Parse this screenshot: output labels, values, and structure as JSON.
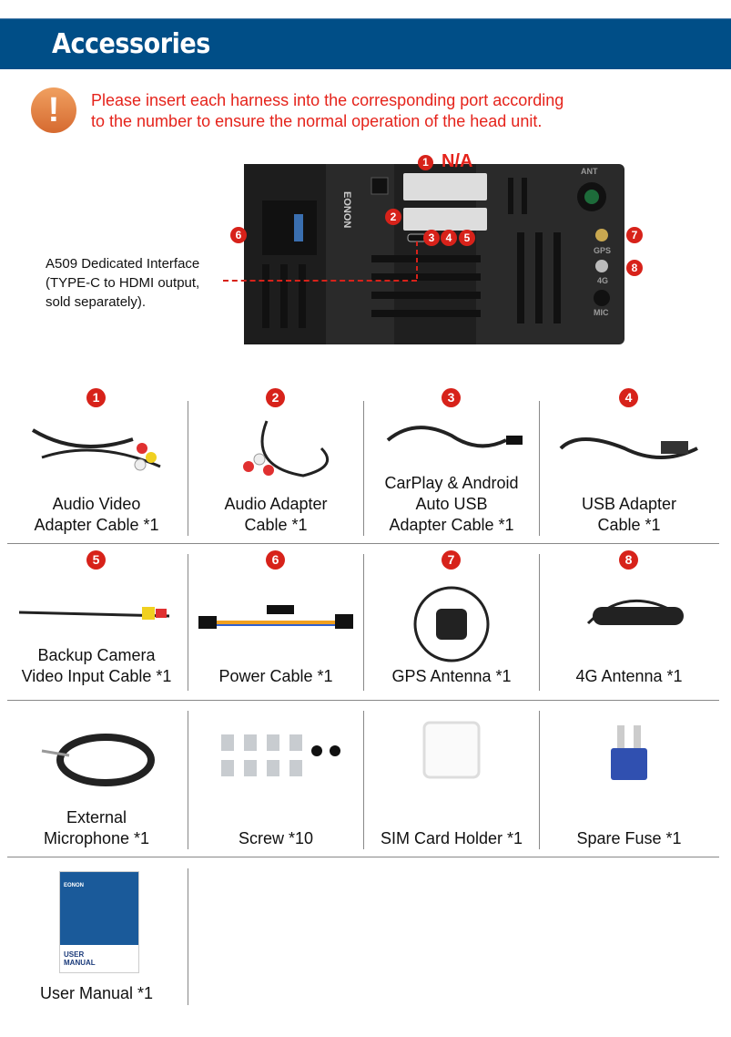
{
  "header": {
    "title": "Accessories"
  },
  "notice": {
    "line1": "Please insert each harness into the corresponding port according",
    "line2": "to the number to ensure the normal operation of the head unit."
  },
  "device": {
    "brand": "EONON",
    "port1_note": "N/A",
    "caption": [
      "A509 Dedicated Interface",
      "(TYPE-C to HDMI output,",
      "sold separately)."
    ],
    "port_numbers": [
      "1",
      "2",
      "3",
      "4",
      "5",
      "6",
      "7",
      "8"
    ],
    "jack_labels": [
      "ANT",
      "GPS",
      "4G",
      "MIC"
    ]
  },
  "items": [
    {
      "num": "1",
      "label": [
        "Audio Video",
        "Adapter Cable *1"
      ]
    },
    {
      "num": "2",
      "label": [
        "Audio Adapter",
        "Cable *1"
      ]
    },
    {
      "num": "3",
      "label": [
        "CarPlay & Android",
        "Auto USB",
        "Adapter Cable *1"
      ]
    },
    {
      "num": "4",
      "label": [
        "USB Adapter",
        "Cable *1"
      ]
    },
    {
      "num": "5",
      "label": [
        "Backup Camera",
        "Video Input Cable *1"
      ]
    },
    {
      "num": "6",
      "label": [
        "Power Cable *1"
      ]
    },
    {
      "num": "7",
      "label": [
        "GPS Antenna *1"
      ]
    },
    {
      "num": "8",
      "label": [
        "4G Antenna *1"
      ]
    },
    {
      "num": "",
      "label": [
        "External",
        "Microphone *1"
      ]
    },
    {
      "num": "",
      "label": [
        "Screw *10"
      ]
    },
    {
      "num": "",
      "label": [
        "SIM Card Holder *1"
      ]
    },
    {
      "num": "",
      "label": [
        "Spare Fuse *1"
      ]
    },
    {
      "num": "",
      "label": [
        "User Manual *1"
      ]
    }
  ],
  "manual": {
    "brand": "EONON",
    "title": "USER MANUAL"
  }
}
